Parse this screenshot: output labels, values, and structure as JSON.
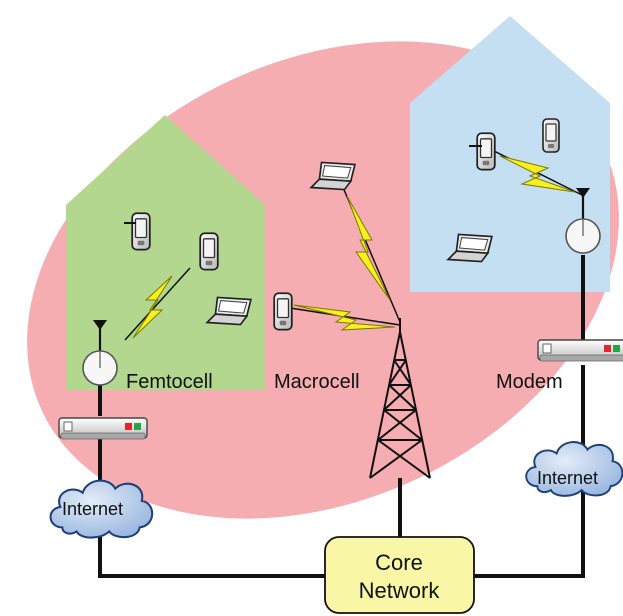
{
  "labels": {
    "femtocell": "Femtocell",
    "macrocell": "Macrocell",
    "modem": "Modem",
    "internet_left": "Internet",
    "internet_right": "Internet",
    "core_line1": "Core",
    "core_line2": "Network"
  },
  "colors": {
    "macro_area": "#f5adb2",
    "femto_house": "#b3d78f",
    "modem_house": "#c4def2",
    "core_box": "#f9f7a6",
    "cloud": "#b7cce9",
    "lightning": "#f7f01e"
  },
  "icons": {
    "phone": "mobile-phone-icon",
    "laptop": "laptop-icon",
    "router": "router-icon",
    "cloud": "internet-cloud-icon",
    "tower": "cell-tower-icon",
    "antenna": "antenna-icon"
  }
}
